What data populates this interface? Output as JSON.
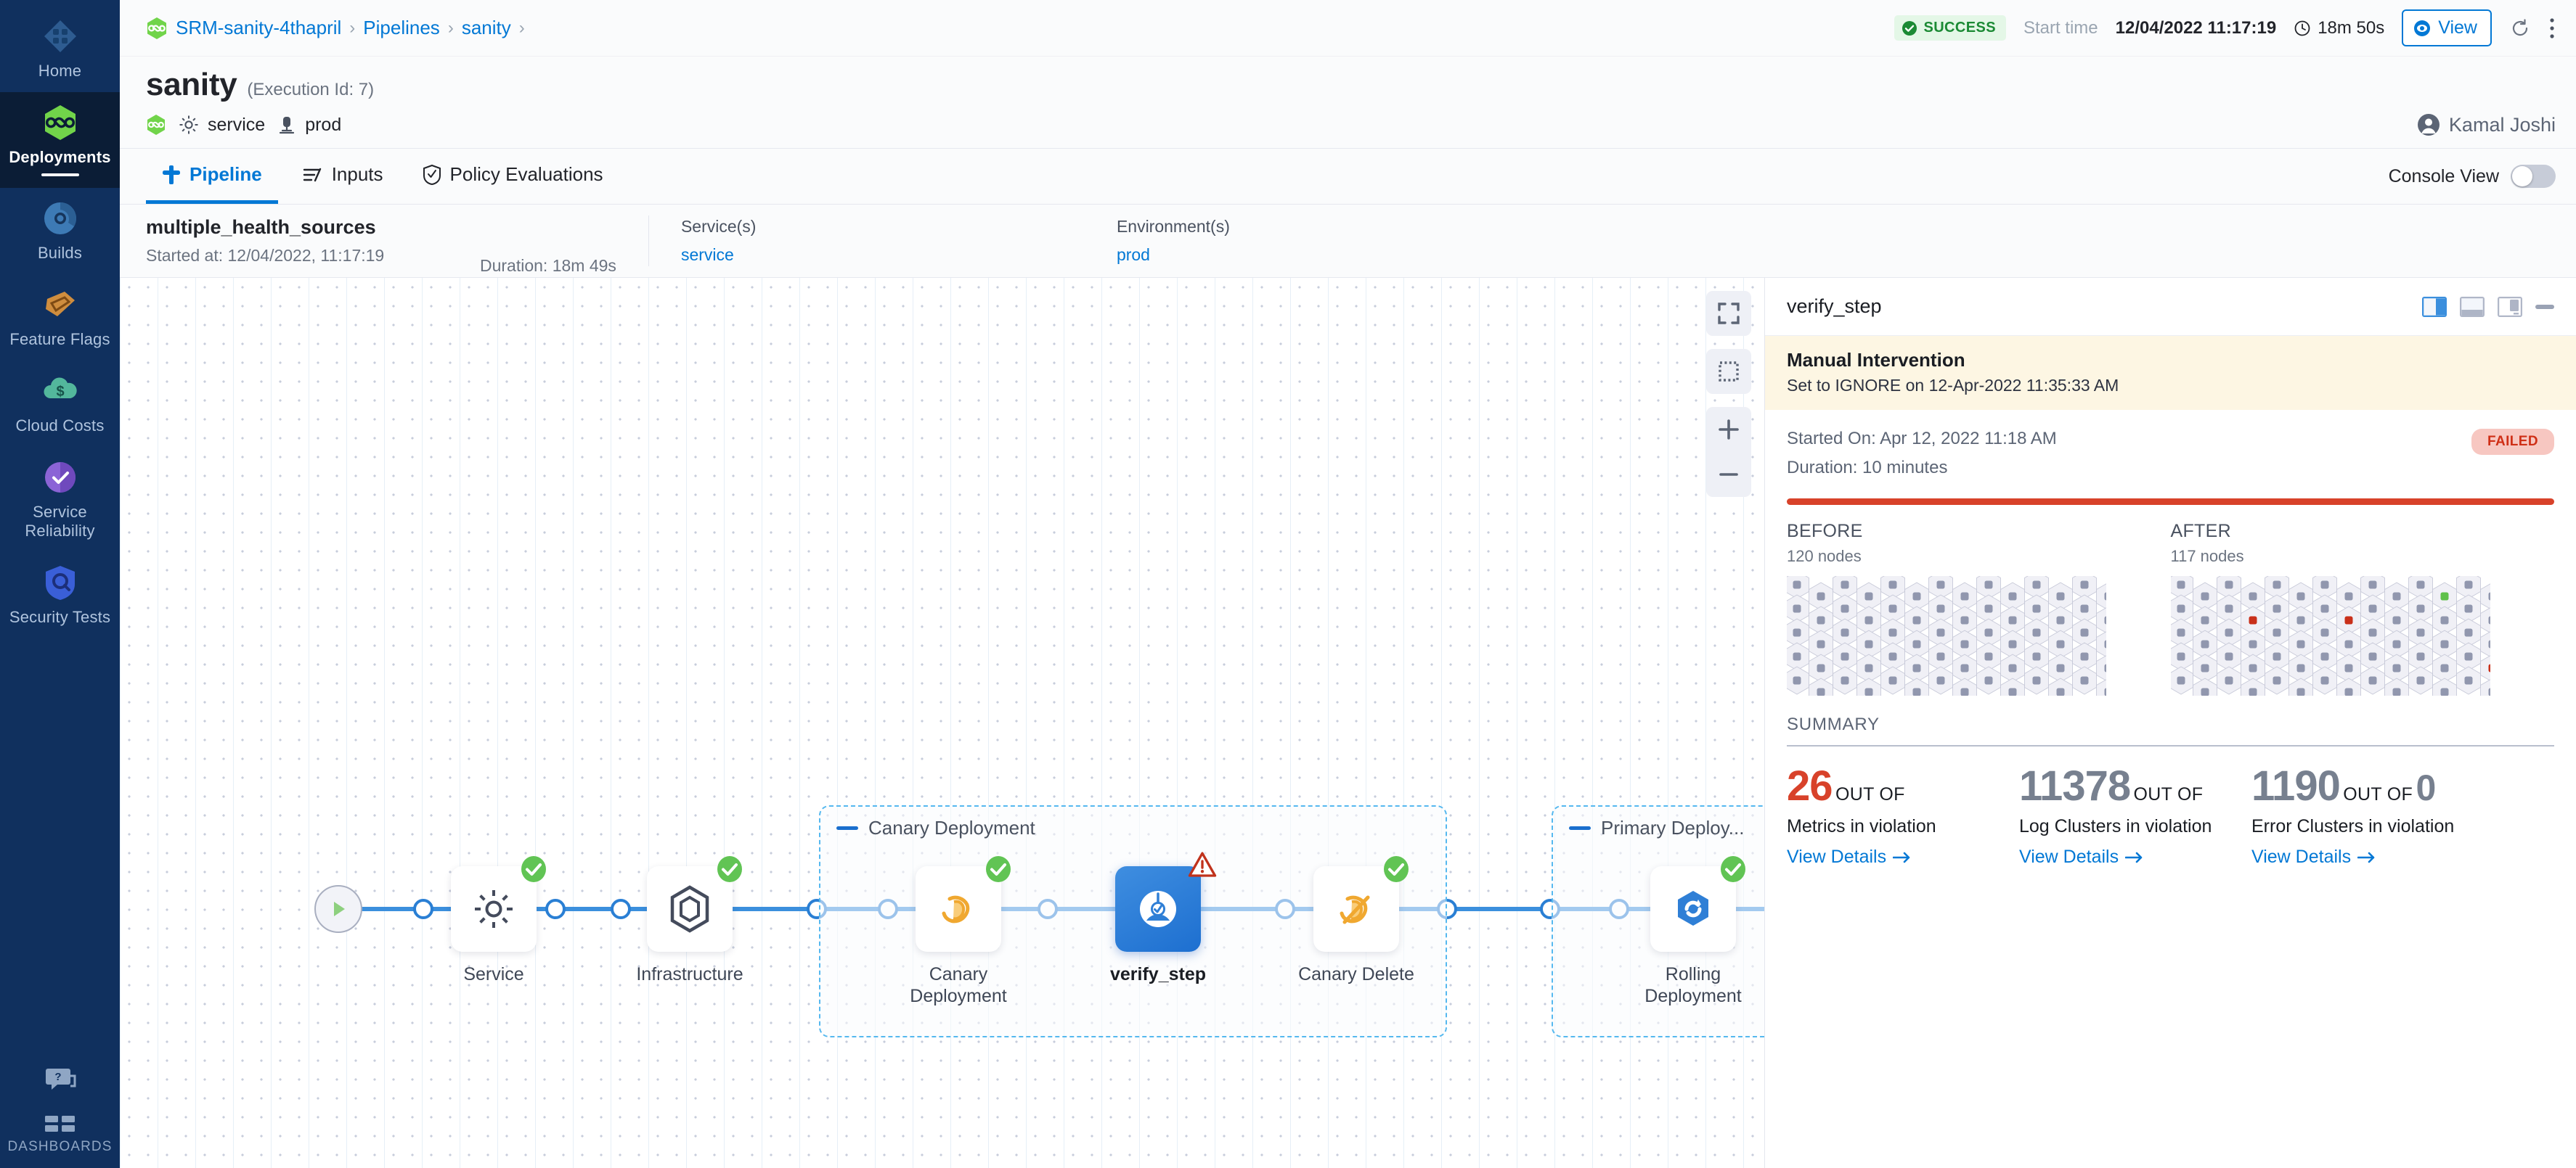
{
  "sidebar": {
    "items": [
      {
        "label": "Home",
        "icon": "home-diamond-icon",
        "active": false
      },
      {
        "label": "Deployments",
        "icon": "deployments-hexagon-icon",
        "active": true
      },
      {
        "label": "Builds",
        "icon": "builds-icon",
        "active": false
      },
      {
        "label": "Feature Flags",
        "icon": "feature-flags-icon",
        "active": false
      },
      {
        "label": "Cloud Costs",
        "icon": "cloud-costs-icon",
        "active": false
      },
      {
        "label": "Service Reliability",
        "icon": "service-reliability-icon",
        "active": false
      },
      {
        "label": "Security Tests",
        "icon": "security-tests-icon",
        "active": false
      }
    ],
    "help_icon": "help-chat-icon",
    "dashboards_label": "DASHBOARDS",
    "dashboards_icon": "dashboards-grid-icon"
  },
  "topbar": {
    "breadcrumbs": [
      {
        "label": "SRM-sanity-4thapril",
        "icon": "project-hexagon-icon"
      },
      {
        "label": "Pipelines"
      },
      {
        "label": "sanity"
      }
    ],
    "status_label": "SUCCESS",
    "status_color": "#1b8a34",
    "start_time_label": "Start time",
    "start_time_value": "12/04/2022 11:17:19",
    "duration_value": "18m 50s",
    "view_button": "View",
    "refresh_icon": "refresh-icon",
    "more_icon": "more-vertical-icon"
  },
  "header": {
    "title": "sanity",
    "execution_id": "(Execution Id: 7)",
    "service_label": "service",
    "env_label": "prod",
    "user_name": "Kamal Joshi"
  },
  "tabs": {
    "items": [
      {
        "label": "Pipeline",
        "icon": "pipeline-icon",
        "active": true
      },
      {
        "label": "Inputs",
        "icon": "inputs-icon",
        "active": false
      },
      {
        "label": "Policy Evaluations",
        "icon": "policy-shield-icon",
        "active": false
      }
    ],
    "console_view_label": "Console View",
    "console_view_on": false
  },
  "execbar": {
    "stage_name": "multiple_health_sources",
    "started_at": "Started at: 12/04/2022, 11:17:19",
    "duration": "Duration: 18m 49s",
    "services_header": "Service(s)",
    "services_value": "service",
    "envs_header": "Environment(s)",
    "envs_value": "prod"
  },
  "canvas": {
    "controls": [
      {
        "name": "fit-to-screen-button",
        "icon": "expand-icon"
      },
      {
        "name": "select-area-button",
        "icon": "dashed-square-icon"
      },
      {
        "name": "zoom-in-button",
        "icon": "plus-icon"
      },
      {
        "name": "zoom-out-button",
        "icon": "minus-icon"
      }
    ],
    "start_icon": "play-icon",
    "end_icon": "stop-icon",
    "groups": [
      {
        "label": "Canary Deployment"
      },
      {
        "label": "Primary Deploy..."
      }
    ],
    "nodes": [
      {
        "label": "Service",
        "icon": "gear-icon",
        "status": "success",
        "selected": false
      },
      {
        "label": "Infrastructure",
        "icon": "infrastructure-hexagon-icon",
        "status": "success",
        "selected": false
      },
      {
        "label": "Canary Deployment",
        "icon": "canary-bird-icon",
        "status": "success",
        "selected": false
      },
      {
        "label": "verify_step",
        "icon": "verify-icon",
        "status": "warning",
        "selected": true
      },
      {
        "label": "Canary Delete",
        "icon": "canary-delete-icon",
        "status": "success",
        "selected": false
      },
      {
        "label": "Rolling Deployment",
        "icon": "rolling-deploy-icon",
        "status": "success",
        "selected": false
      }
    ]
  },
  "detail": {
    "title": "verify_step",
    "view_modes": [
      {
        "name": "split-view-icon",
        "active": true
      },
      {
        "name": "bottom-view-icon",
        "active": false
      },
      {
        "name": "right-view-icon",
        "active": false
      }
    ],
    "minimize_icon": "minimize-icon",
    "manual_intervention": {
      "title": "Manual Intervention",
      "subtitle": "Set to IGNORE on 12-Apr-2022 11:35:33 AM"
    },
    "started_on": "Started On: Apr 12, 2022 11:18 AM",
    "duration": "Duration: 10 minutes",
    "status_pill": "FAILED",
    "status_color": "#cf2f16",
    "before": {
      "header": "BEFORE",
      "nodes": "120 nodes"
    },
    "after": {
      "header": "AFTER",
      "nodes": "117 nodes"
    },
    "summary_header": "SUMMARY",
    "summary_cards": [
      {
        "value": "26",
        "value_color": "red",
        "out_of": "OUT OF",
        "total": "",
        "description": "Metrics in violation",
        "link": "View Details"
      },
      {
        "value": "11378",
        "value_color": "split",
        "out_of": "OUT OF",
        "total": "",
        "description": "Log Clusters in violation",
        "link": "View Details"
      },
      {
        "value": "1190",
        "value_color": "gray",
        "out_of": "OUT OF",
        "total": "0",
        "description": "Error Clusters in violation",
        "link": "View Details"
      }
    ]
  }
}
